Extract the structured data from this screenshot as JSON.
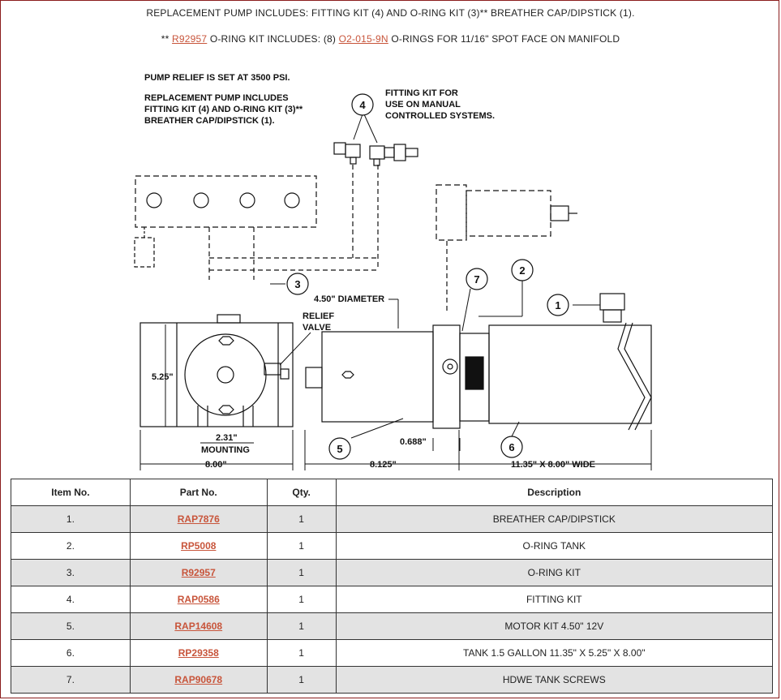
{
  "header": {
    "line1": "REPLACEMENT PUMP INCLUDES: FITTING KIT (4) AND O-RING KIT (3)** BREATHER CAP/DIPSTICK (1).",
    "line2_prefix": "** ",
    "line2_link1": "R92957",
    "line2_mid": " O-RING KIT INCLUDES: (8) ",
    "line2_link2": "O2-015-9N",
    "line2_suffix": " O-RINGS FOR 11/16\" SPOT FACE ON MANIFOLD"
  },
  "drawing": {
    "note_relief": "PUMP RELIEF IS SET AT 3500 PSI.",
    "note_replacement_1": "REPLACEMENT PUMP INCLUDES",
    "note_replacement_2": "FITTING KIT (4) AND O-RING KIT (3)**",
    "note_replacement_3": "BREATHER CAP/DIPSTICK (1).",
    "note_fitting_1": "FITTING KIT FOR",
    "note_fitting_2": "USE ON MANUAL",
    "note_fitting_3": "CONTROLLED SYSTEMS.",
    "label_diameter": "4.50\" DIAMETER",
    "label_relief_1": "RELIEF",
    "label_relief_2": "VALVE",
    "dim_height": "5.25\"",
    "dim_mounting_width": "2.31\"",
    "label_mounting": "MOUNTING",
    "dim_width": "8.00\"",
    "dim_offset": "0.688\"",
    "dim_motor": "8.125\"",
    "dim_tank": "11.35\" X 8.00\" WIDE",
    "callouts": [
      "1",
      "2",
      "3",
      "4",
      "5",
      "6",
      "7"
    ]
  },
  "table": {
    "headers": [
      "Item No.",
      "Part No.",
      "Qty.",
      "Description"
    ],
    "rows": [
      {
        "item": "1.",
        "part": "RAP7876",
        "qty": "1",
        "desc": "BREATHER CAP/DIPSTICK"
      },
      {
        "item": "2.",
        "part": "RP5008",
        "qty": "1",
        "desc": "O-RING TANK"
      },
      {
        "item": "3.",
        "part": "R92957",
        "qty": "1",
        "desc": "O-RING KIT"
      },
      {
        "item": "4.",
        "part": "RAP0586",
        "qty": "1",
        "desc": "FITTING KIT"
      },
      {
        "item": "5.",
        "part": "RAP14608",
        "qty": "1",
        "desc": "MOTOR KIT 4.50\" 12V"
      },
      {
        "item": "6.",
        "part": "RP29358",
        "qty": "1",
        "desc": "TANK 1.5 GALLON 11.35\" X 5.25\" X 8.00\""
      },
      {
        "item": "7.",
        "part": "RAP90678",
        "qty": "1",
        "desc": "HDWE TANK SCREWS"
      }
    ]
  },
  "colors": {
    "link": "#c8553b",
    "row_shade": "#e3e3e3",
    "frame": "#8a1c1c"
  }
}
